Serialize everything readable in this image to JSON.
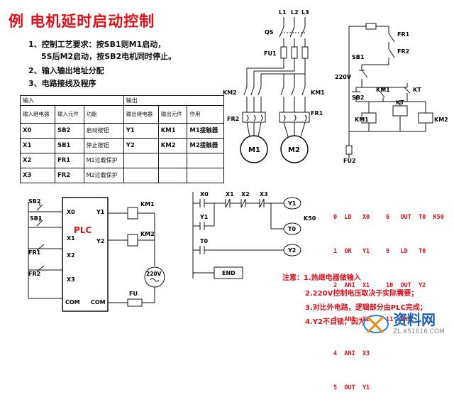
{
  "title": "例  电机延时启动控制",
  "requirements": {
    "l1": "1、控制工艺要求：按SB1则M1启动，",
    "l2": "5S后M2启动，按SB2电机同时停止。",
    "l3": "2、输入输出地址分配",
    "l4": "3、电路接线及程序"
  },
  "io_table": {
    "input_header": "输入",
    "output_header": "输出",
    "in_cols": [
      "输入继电器",
      "输入元件",
      "功能"
    ],
    "out_cols": [
      "输出继电器",
      "输出元件",
      "作用"
    ],
    "rows": [
      {
        "in_relay": "X0",
        "in_elem": "SB2",
        "in_func": "启动按钮",
        "out_relay": "Y1",
        "out_elem": "KM1",
        "out_func": "M1接触器"
      },
      {
        "in_relay": "X1",
        "in_elem": "SB1",
        "in_func": "停止按钮",
        "out_relay": "Y2",
        "out_elem": "KM2",
        "out_func": "M2接触器"
      },
      {
        "in_relay": "X2",
        "in_elem": "FR1",
        "in_func": "M1过载保护",
        "out_relay": "",
        "out_elem": "",
        "out_func": ""
      },
      {
        "in_relay": "X3",
        "in_elem": "FR2",
        "in_func": "M2过载保护",
        "out_relay": "",
        "out_elem": "",
        "out_func": ""
      }
    ]
  },
  "main_circuit": {
    "phases": [
      "L1",
      "L2",
      "L3"
    ],
    "qs": "QS",
    "fu1": "FU1",
    "km1": "KM1",
    "km2": "KM2",
    "fr1": "FR1",
    "fr2": "FR2",
    "m1": "M1",
    "m2": "M2"
  },
  "control_circuit": {
    "fr1": "FR1",
    "fr2": "FR2",
    "sb1": "SB1",
    "sb2": "SB2",
    "voltage": "220V",
    "km1": "KM1",
    "kt": "KT",
    "km2": "KM2",
    "fu2": "FU2"
  },
  "plc_wiring": {
    "plc": "PLC",
    "inputs": [
      "SB2",
      "SB1",
      "FR1",
      "FR2"
    ],
    "in_terms": [
      "X0",
      "X1",
      "X2",
      "X3"
    ],
    "out_terms": [
      "Y1",
      "Y2"
    ],
    "coils": [
      "KM1",
      "KM2"
    ],
    "com": "COM",
    "voltage": "220V",
    "fu": "FU"
  },
  "ladder": {
    "contacts": [
      "X0",
      "X1",
      "X2",
      "X3"
    ],
    "y1_contact": "Y1",
    "t0_contact": "T0",
    "coil_y1": "Y1",
    "timer_value": "K50",
    "coil_t0": "T0",
    "coil_y2": "Y2",
    "end": "END"
  },
  "instruction_list": {
    "left": [
      "0  LD   X0",
      "1  OR   Y1",
      "2  ANI  X1",
      "3  ANI  X2",
      "4  ANI  X3",
      "5  OUT  Y1"
    ],
    "right": [
      "6   OUT  T0  K50",
      "9   LD   T0",
      "10  OUT  Y2",
      "11  END"
    ]
  },
  "notes": {
    "n1": "注意：1.热继电器做输入",
    "n2": "2.220V控制电压取决于实际需要；",
    "n3": "3.对比外电路，逻辑部分由PLC完成；",
    "n4": "4.Y2不自锁，因为"
  },
  "watermark": {
    "text": "资料网",
    "url": "ZL.XS1616.COM"
  },
  "colors": {
    "title": "#e0101a",
    "instructions": "#d4141c",
    "line": "#111111"
  }
}
